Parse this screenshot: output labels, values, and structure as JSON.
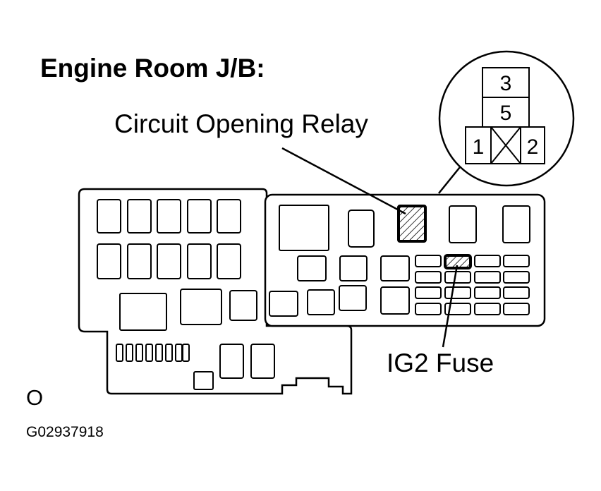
{
  "title": "Engine Room J/B:",
  "callouts": {
    "relay": "Circuit Opening Relay",
    "fuse": "IG2 Fuse"
  },
  "connector_pins": [
    "3",
    "5",
    "1",
    "2"
  ],
  "corner_mark": "O",
  "figure_code": "G02937918"
}
